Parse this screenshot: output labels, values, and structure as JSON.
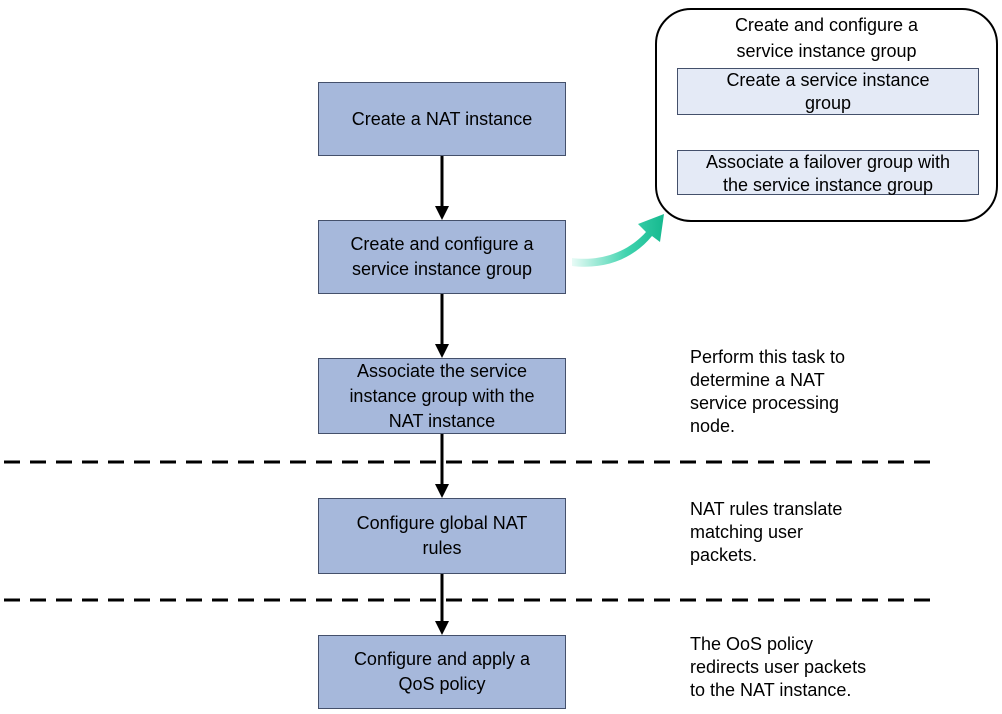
{
  "steps": [
    "Create a NAT instance",
    "Create and configure a\nservice instance group",
    "Associate the service\ninstance group with the\nNAT instance",
    "Configure global NAT\nrules",
    "Configure and apply a\nQoS policy"
  ],
  "callout": {
    "title": "Create and configure a\nservice instance group",
    "substeps": [
      "Create a service instance\ngroup",
      "Associate a failover group with\nthe service instance group"
    ]
  },
  "notes": [
    "Perform this task to\ndetermine a NAT\nservice processing\nnode.",
    "NAT rules translate\nmatching user\npackets.",
    "The OoS policy\nredirects user packets\nto the NAT instance."
  ],
  "colors": {
    "step_fill": "#a6b8db",
    "substep_fill": "#e4eaf6",
    "callout_arrow": "#1ec8a0"
  }
}
